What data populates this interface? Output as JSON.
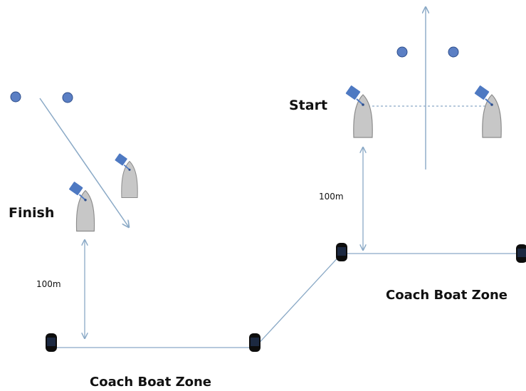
{
  "labels": {
    "start": "Start",
    "finish": "Finish",
    "distance_start": "100m",
    "distance_finish": "100m",
    "coach_zone_right": "Coach Boat Zone",
    "coach_zone_left": "Coach Boat Zone"
  },
  "colors": {
    "mark": "#5b7fc4",
    "mark_stroke": "#2f4f8c",
    "boat_hull": "#c7c7c7",
    "boat_stroke": "#8c8c8c",
    "sail": "#4e79c2",
    "line": "#8aa9c6",
    "buoy": "#0d0d0d",
    "buoy_accent": "#3a5fa3"
  }
}
